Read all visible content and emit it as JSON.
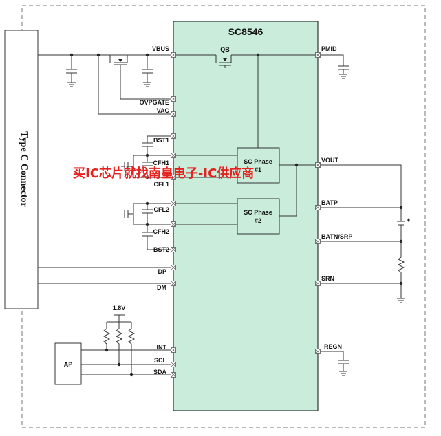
{
  "chip": {
    "name": "SC8546",
    "color": "#c9ecdb"
  },
  "connector": {
    "label": "Type C Connector"
  },
  "blocks": {
    "phase1": [
      "SC Phase",
      "#1"
    ],
    "phase2": [
      "SC Phase",
      "#2"
    ],
    "ap": "AP"
  },
  "transistor": "QB",
  "supply": "1.8V",
  "left_pins": [
    "VBUS",
    "OVPGATE",
    "VAC",
    "BST1",
    "CFH1",
    "CFL1",
    "CFL2",
    "CFH2",
    "BST2",
    "DP",
    "DM",
    "INT",
    "SCL",
    "SDA"
  ],
  "right_pins": [
    "PMID",
    "VOUT",
    "BATP",
    "BATN/SRP",
    "SRN",
    "REGN"
  ],
  "battery_mark": "+",
  "watermark": "买IC芯片就找南皇电子-IC供应商"
}
